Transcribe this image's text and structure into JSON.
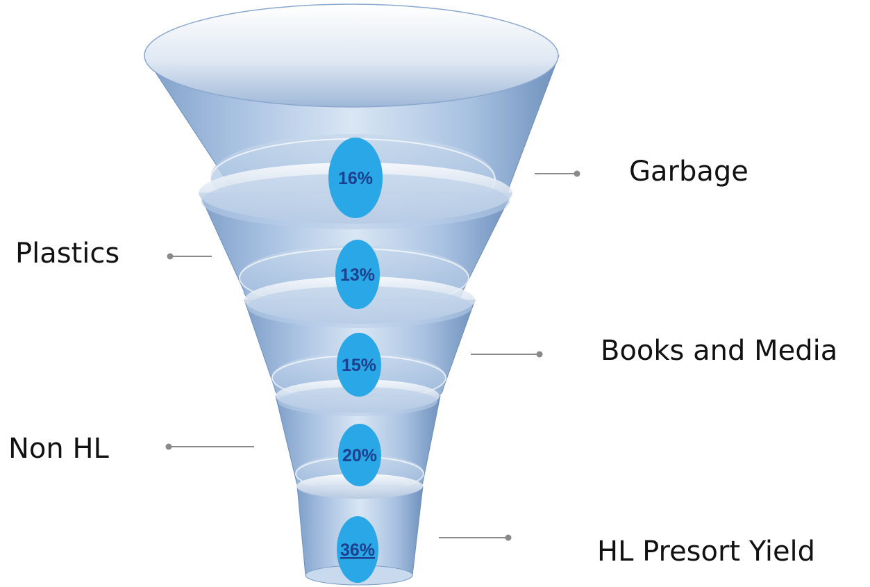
{
  "diagram": {
    "type": "funnel",
    "stages": [
      {
        "label": "Garbage",
        "value": "16%"
      },
      {
        "label": "Plastics",
        "value": "13%"
      },
      {
        "label": "Books and Media",
        "value": "15%"
      },
      {
        "label": "Non HL",
        "value": "20%"
      },
      {
        "label": "HL Presort Yield",
        "value": "36%"
      }
    ],
    "colors": {
      "funnel_light": "#e8f1fa",
      "funnel_mid": "#b8cfe8",
      "funnel_dark": "#7d9ec7",
      "badge": "#29a7e6",
      "badge_text": "#1c3f8e",
      "connector": "#8a8a8a"
    }
  }
}
